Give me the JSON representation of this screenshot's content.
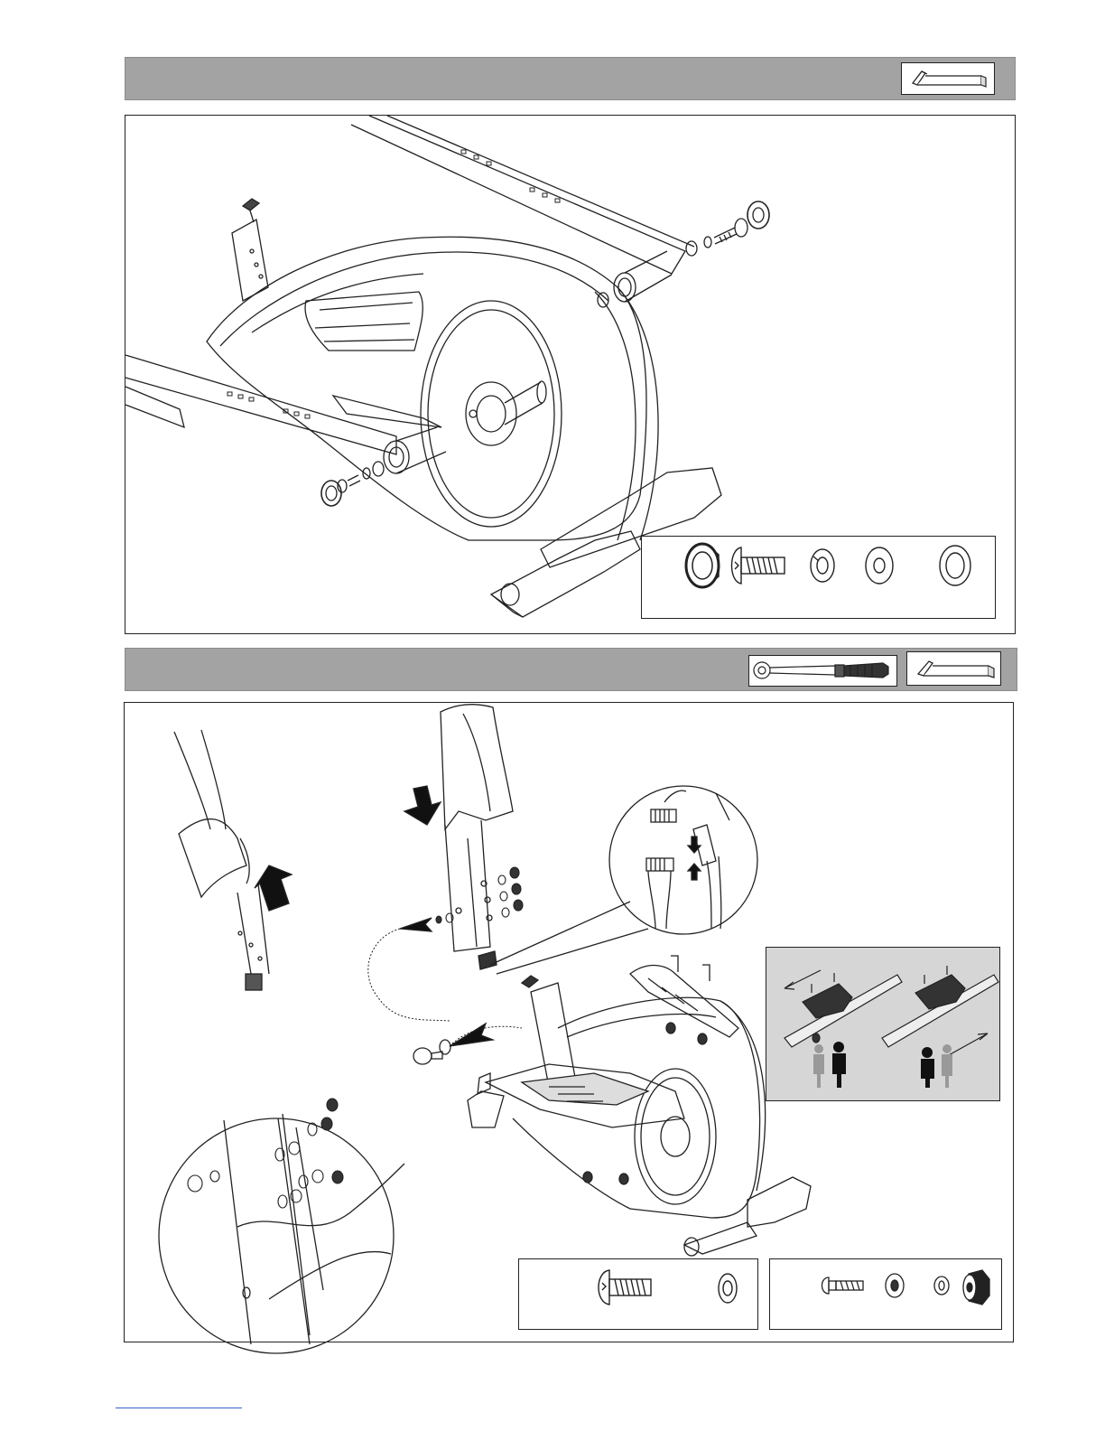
{
  "step1": {
    "tools": [
      "allen-key"
    ],
    "hardware": [
      "axle-cap",
      "button-bolt",
      "spring-washer",
      "flat-washer",
      "curved-washer"
    ]
  },
  "step2": {
    "tools": [
      "combination-wrench",
      "allen-key"
    ],
    "hardware_left": [
      "button-bolt",
      "curved-washer"
    ],
    "hardware_right": [
      "carriage-bolt",
      "flat-washer",
      "spring-washer",
      "nylon-nut"
    ]
  },
  "colors": {
    "header_bar": "#a3a3a3",
    "inset_bg": "#d6d6d6",
    "line": "#222222"
  }
}
